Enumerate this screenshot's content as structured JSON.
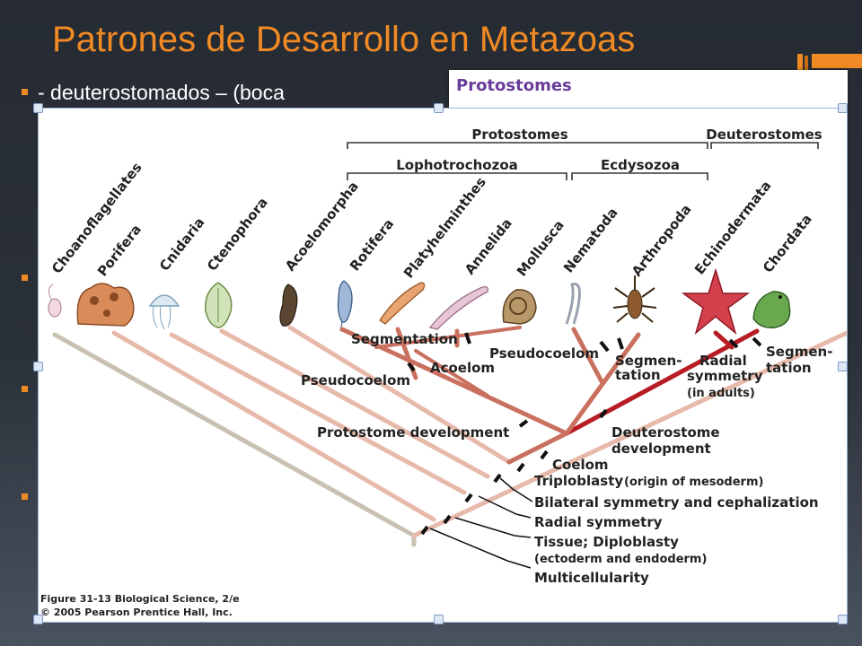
{
  "slide": {
    "title": "Patrones de Desarrollo en Metazoas",
    "bullet_text": "- deuterostomados  – (boca"
  },
  "background_figure": {
    "title": "Protostomes"
  },
  "figure": {
    "caption_line1": "Figure 31-13 Biological Science, 2/e",
    "caption_line2": "© 2005 Pearson Prentice Hall, Inc.",
    "brackets": {
      "protostomes": "Protostomes",
      "deuterostomes": "Deuterostomes",
      "lophotrochozoa": "Lophotrochozoa",
      "ecdysozoa": "Ecdysozoa"
    },
    "taxa": [
      "Choanoflagellates",
      "Porifera",
      "Cnidaria",
      "Ctenophora",
      "Acoelomorpha",
      "Rotifera",
      "Platyhelminthes",
      "Annelida",
      "Mollusca",
      "Nematoda",
      "Arthropoda",
      "Echinodermata",
      "Chordata"
    ],
    "traits": {
      "segmentation": "Segmentation",
      "pseudocoelom_upper": "Pseudocoelom",
      "acoelom": "Acoelom",
      "pseudocoelom_lower": "Pseudocoelom",
      "segmentation_arth_1": "Segmen-",
      "segmentation_arth_2": "tation",
      "radial_symmetry_1": "Radial",
      "radial_symmetry_2": "symmetry",
      "radial_symmetry_3": "(in adults)",
      "segmentation_chord_1": "Segmen-",
      "segmentation_chord_2": "tation",
      "protostome_development": "Protostome development",
      "deuterostome_development_1": "Deuterostome",
      "deuterostome_development_2": "development",
      "coelom": "Coelom",
      "triploblasty": "Triploblasty",
      "triploblasty_note": "(origin of mesoderm)",
      "bilateral": "Bilateral symmetry and cephalization",
      "radial": "Radial symmetry",
      "tissue": "Tissue; Diploblasty",
      "tissue_note": "(ectoderm and endoderm)",
      "multicellularity": "Multicellularity"
    },
    "colors": {
      "stem": "#c9c0b2",
      "branch": "#e7b9aa",
      "protostome": "#c9705e",
      "deuterostome": "#b81c24",
      "accent": "#f08a24"
    }
  }
}
